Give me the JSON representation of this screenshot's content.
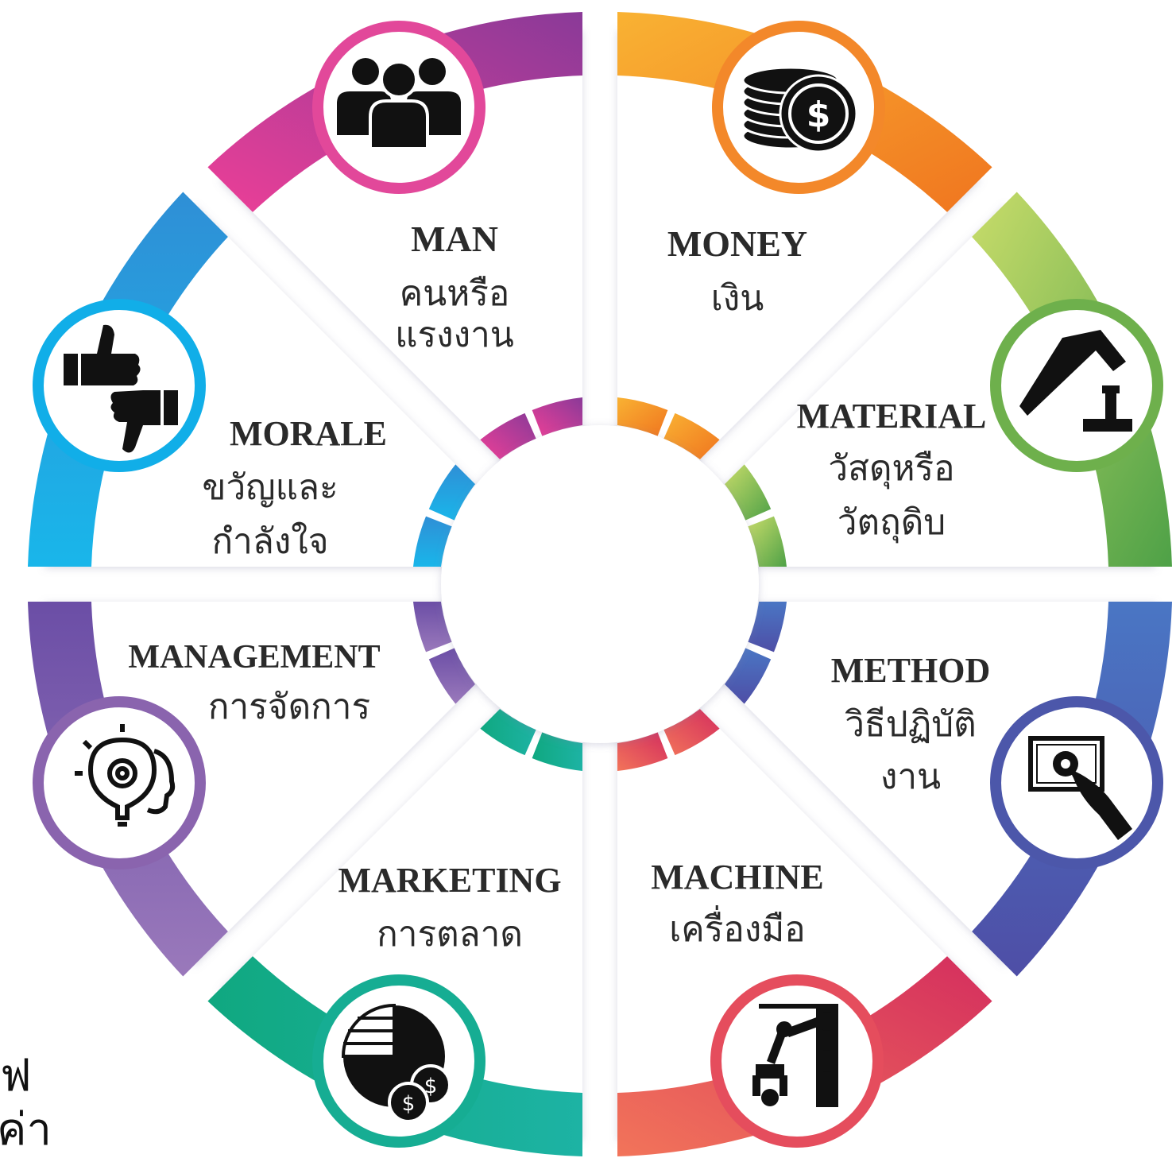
{
  "segments": [
    {
      "key": "man",
      "title": "MAN",
      "sub1": "คนหรือ",
      "sub2": "แรงงาน",
      "color_start": "#ec3f97",
      "color_end": "#8a3a98",
      "icon": "people-group-icon"
    },
    {
      "key": "money",
      "title": "MONEY",
      "sub1": "เงิน",
      "sub2": "",
      "color_start": "#f9b233",
      "color_end": "#f0751f",
      "icon": "coins-dollar-icon"
    },
    {
      "key": "material",
      "title": "MATERIAL",
      "sub1": "วัสดุหรือ",
      "sub2": "วัตถุดิบ",
      "color_start": "#c8dc6a",
      "color_end": "#4ea147",
      "icon": "hammer-anvil-icon"
    },
    {
      "key": "method",
      "title": "METHOD",
      "sub1": "วิธีปฏิบัติ",
      "sub2": "งาน",
      "color_start": "#4a76c4",
      "color_end": "#4e4ea6",
      "icon": "hand-gear-screen-icon"
    },
    {
      "key": "machine",
      "title": "MACHINE",
      "sub1": "เครื่องมือ",
      "sub2": "",
      "color_start": "#f2745a",
      "color_end": "#d42e5e",
      "icon": "robot-arm-icon"
    },
    {
      "key": "marketing",
      "title": "MARKETING",
      "sub1": "การตลาด",
      "sub2": "",
      "color_start": "#10a880",
      "color_end": "#1db3a4",
      "icon": "pie-chart-coins-icon"
    },
    {
      "key": "management",
      "title": "MANAGEMENT",
      "sub1": "การจัดการ",
      "sub2": "",
      "color_start": "#6b4ea6",
      "color_end": "#9a79bb",
      "icon": "head-bulb-gear-icon"
    },
    {
      "key": "morale",
      "title": "MORALE",
      "sub1": "ขวัญและ",
      "sub2": "กำลังใจ",
      "color_start": "#2f8fd6",
      "color_end": "#19b6ea",
      "icon": "thumbs-up-down-icon"
    }
  ],
  "clipped_text": {
    "line1": "ฟ",
    "line2": "ค่า"
  }
}
